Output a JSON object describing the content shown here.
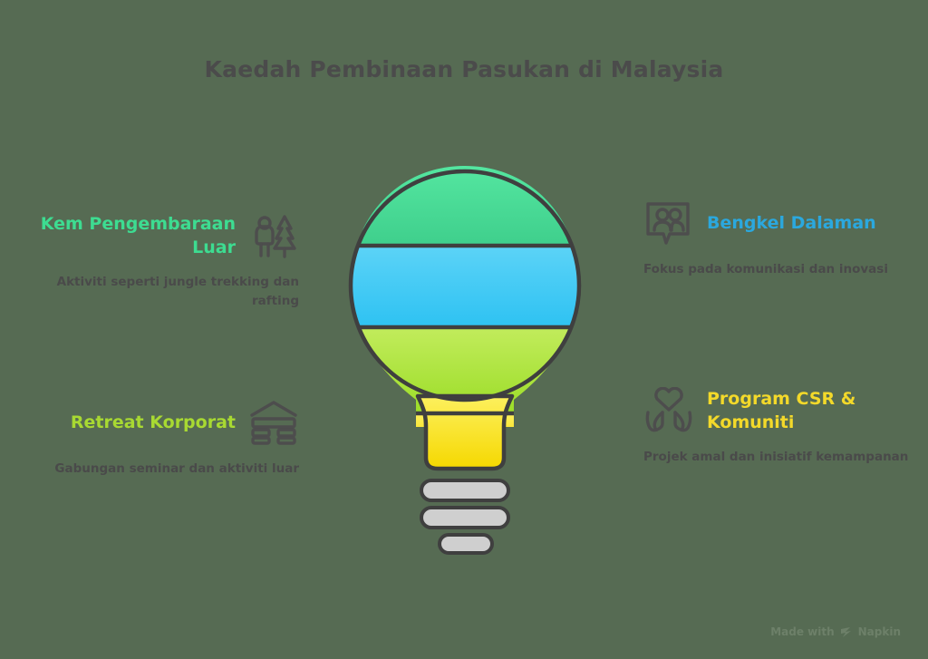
{
  "page": {
    "title": "Kaedah Pembinaan Pasukan di Malaysia",
    "background_color": "#566b53",
    "title_color": "#4b4b4b"
  },
  "bulb": {
    "name": "light-bulb-illustration",
    "outline_color": "#3f3f3f",
    "bands": [
      {
        "name": "green-band",
        "color": "#4fe09a"
      },
      {
        "name": "blue-band",
        "color": "#44ccf5"
      },
      {
        "name": "yellow-green-band",
        "color": "#b0e53f"
      },
      {
        "name": "yellow-neck",
        "color": "#f8e222"
      }
    ],
    "base_color": "#c9c9c9",
    "base_rings": 3
  },
  "items": [
    {
      "id": "outdoor",
      "side": "left",
      "icon": "hiker-tree-icon",
      "title": "Kem Pengembaraan Luar",
      "description": "Aktiviti seperti jungle trekking dan rafting",
      "color": "#3ddc91"
    },
    {
      "id": "retreat",
      "side": "left",
      "icon": "building-icon",
      "title": "Retreat Korporat",
      "description": "Gabungan seminar dan aktiviti luar",
      "color": "#a8d932"
    },
    {
      "id": "workshop",
      "side": "right",
      "icon": "speech-bubble-people-icon",
      "title": "Bengkel Dalaman",
      "description": "Fokus pada komunikasi dan inovasi",
      "color": "#2ba8de"
    },
    {
      "id": "csr",
      "side": "right",
      "icon": "heart-hands-icon",
      "title": "Program CSR & Komuniti",
      "description": "Projek amal dan inisiatif kemampanan",
      "color": "#f3d92a"
    }
  ],
  "watermark": {
    "prefix": "Made with",
    "brand": "Napkin",
    "color": "#6d8069"
  }
}
